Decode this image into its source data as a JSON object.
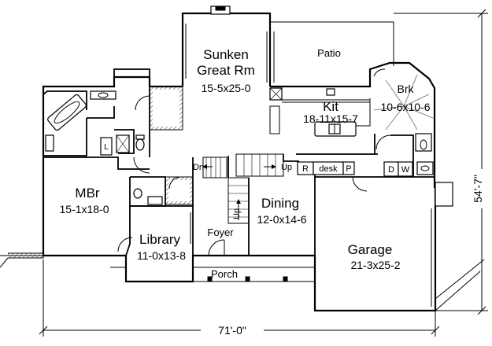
{
  "rooms": {
    "sunken_great_room": {
      "line1": "Sunken",
      "line2": "Great Rm",
      "size": "15-5x25-0"
    },
    "patio": {
      "name": "Patio"
    },
    "breakfast": {
      "name": "Brk",
      "size": "10-6x10-6"
    },
    "kitchen": {
      "name": "Kit",
      "size": "18-11x15-7"
    },
    "master_bedroom": {
      "name": "MBr",
      "size": "15-1x18-0"
    },
    "dining": {
      "name": "Dining",
      "size": "12-0x14-6"
    },
    "library": {
      "name": "Library",
      "size": "11-0x13-8"
    },
    "foyer": {
      "name": "Foyer"
    },
    "porch": {
      "name": "Porch"
    },
    "garage": {
      "name": "Garage",
      "size": "21-3x25-2"
    }
  },
  "stair_labels": {
    "down": "Dn",
    "up_right": "Up",
    "up_lower": "Up"
  },
  "fixture_labels": {
    "refrigerator": "R",
    "desk": "desk",
    "pantry": "P",
    "dryer": "D",
    "washer": "W",
    "linen": "L"
  },
  "dimensions": {
    "overall_width": "71'-0\"",
    "overall_depth": "54'-7\""
  },
  "colors": {
    "ink": "#000000",
    "paper": "#ffffff",
    "light_line": "#888888"
  }
}
